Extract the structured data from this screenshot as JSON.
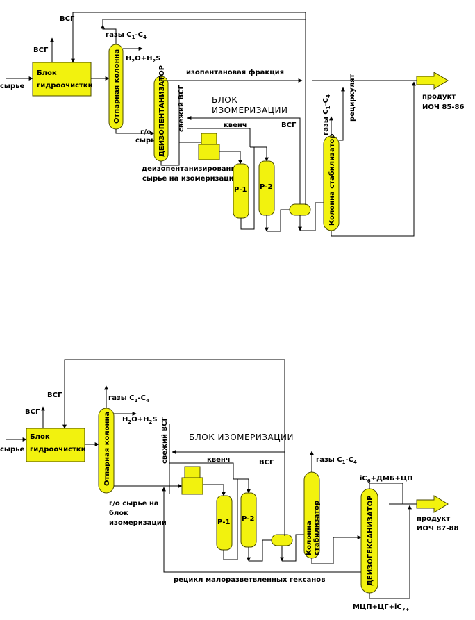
{
  "top": {
    "block_hydro_1": "Блок",
    "block_hydro_2": "гидроочистки",
    "feed": "сырье",
    "vsg_left": "ВСГ",
    "vsg_top": "ВСГ",
    "gases": "газы С",
    "h2o": "Н",
    "h2o_b": "О+Н",
    "h2o_c": "S",
    "stripper": "Отпарная колонна",
    "go_feed_1": "г/о",
    "go_feed_2": "сырье",
    "deisopentanizer": "ДЕИЗОПЕНТАНИЗАТОР",
    "isopentane_fraction": "изопентановая фракция",
    "fresh_vsg": "свежий ВСГ",
    "iso_block_1": "БЛОК",
    "iso_block_2": "ИЗОМЕРИЗАЦИИ",
    "vsg_mid": "ВСГ",
    "quench": "квенч",
    "deiso_feed_1": "деизопентанизированное",
    "deiso_feed_2": "сырье на изомеризацию",
    "r1": "Р-1",
    "r2": "Р-2",
    "gases_stab": "газы С",
    "recycle": "рециркулят",
    "stabilizer": "Колонна стабилизатор",
    "product": "продукт",
    "octane": "ИОЧ 85-86"
  },
  "bottom": {
    "block_hydro_1": "Блок",
    "block_hydro_2": "гидроочистки",
    "feed": "сырье",
    "vsg_left": "ВСГ",
    "vsg_top": "ВСГ",
    "gases": "газы С",
    "h2o": "Н",
    "h2o_b": "О+Н",
    "h2o_c": "S",
    "stripper": "Отпарная колонна",
    "fresh_vsg": "свежий ВСГ",
    "iso_block": "БЛОК ИЗОМЕРИЗАЦИИ",
    "quench": "квенч",
    "vsg_mid": "ВСГ",
    "go_feed_1": "г/о сырье на",
    "go_feed_2": "блок",
    "go_feed_3": "изомеризации",
    "r1": "Р-1",
    "r2": "Р-2",
    "gases_stab": "газы С",
    "stabilizer_1": "Колонна",
    "stabilizer_2": "стабилизатор",
    "deisohexanizer": "ДЕИЗОГЕКСАНИЗАТОР",
    "top_product_a": "iC",
    "top_product_b": "+ДМБ+ЦП",
    "bottom_product_a": "МЦП+ЦГ+iC",
    "bottom_product_b": "7+",
    "recycle_hexanes": "рецикл малоразветвленных гексанов",
    "product": "продукт",
    "octane": "ИОЧ 87-88"
  },
  "subs": {
    "one": "1",
    "four": "4",
    "two": "2",
    "six": "6"
  }
}
